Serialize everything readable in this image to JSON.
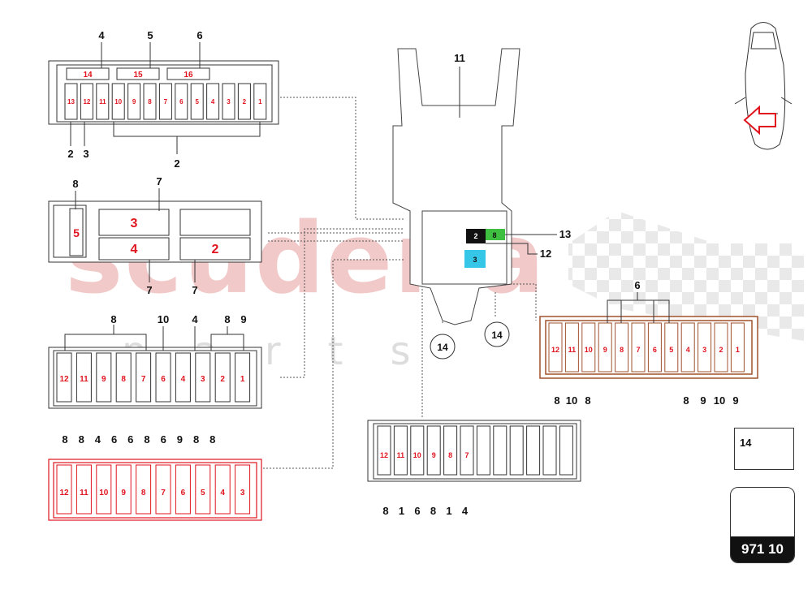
{
  "watermark": {
    "brand": "scuderia",
    "sub": "parts"
  },
  "diagram_code": "971 10",
  "legend": {
    "number": "14"
  },
  "callouts": {
    "tl_top_4": "4",
    "tl_top_5": "5",
    "tl_top_6": "6",
    "tl_bot_2a": "2",
    "tl_bot_3": "3",
    "tl_bot_2b": "2",
    "ml_8": "8",
    "ml_7_top": "7",
    "ml_7_a": "7",
    "ml_7_b": "7",
    "l3_8": "8",
    "l3_10": "10",
    "l3_4": "4",
    "l3_8b": "8",
    "l3_9": "9",
    "center_11": "11",
    "center_13": "13",
    "center_12": "12",
    "circle_a": "14",
    "circle_b": "14",
    "right_6": "6",
    "r_b1": "8",
    "r_b2": "10",
    "r_b3": "8",
    "r_b4": "8",
    "r_b5": "9",
    "r_b6": "10",
    "r_b7": "9"
  },
  "red_top": [
    "8",
    "8",
    "4",
    "6",
    "6",
    "8",
    "6",
    "9",
    "8",
    "8"
  ],
  "center_bottom": [
    "8",
    "1",
    "6",
    "8",
    "1",
    "4"
  ],
  "relay_top": {
    "r14": "14",
    "r15": "15",
    "r16": "16"
  },
  "tl_fuses": [
    "13",
    "12",
    "11",
    "10",
    "9",
    "8",
    "7",
    "6",
    "5",
    "4",
    "3",
    "2",
    "1"
  ],
  "ml_relays": {
    "r5": "5",
    "r3": "3",
    "r4": "4",
    "r2": "2"
  },
  "l3_fuses": [
    "12",
    "11",
    "9",
    "8",
    "7",
    "6",
    "4",
    "3",
    "2",
    "1"
  ],
  "red_fuses": [
    "12",
    "11",
    "10",
    "9",
    "8",
    "7",
    "6",
    "5",
    "4",
    "3"
  ],
  "center_fuses": [
    "12",
    "11",
    "10",
    "9",
    "8",
    "7"
  ],
  "right_fuses": [
    "12",
    "11",
    "10",
    "9",
    "8",
    "7",
    "6",
    "5",
    "4",
    "3",
    "2",
    "1"
  ],
  "module_badges": {
    "black": "2",
    "green": "8",
    "cyan": "3"
  },
  "colors": {
    "red_accent": "#e0141e",
    "copper": "#a0522d",
    "green": "#3fbf3f",
    "cyan": "#36c6e8"
  }
}
